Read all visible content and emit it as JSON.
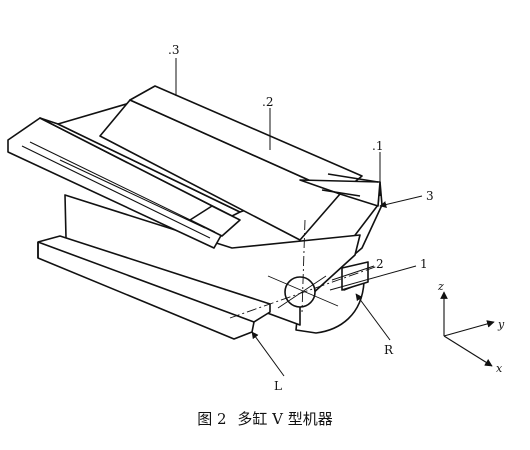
{
  "caption": {
    "figure_label": "图 2",
    "title": "多缸 V 型机器"
  },
  "labels": {
    "bank_3": ".3",
    "bank_2": ".2",
    "bank_1": ".1",
    "side_3": "3",
    "side_2": "2",
    "side_1": "1",
    "right": "R",
    "left": "L"
  },
  "axes": {
    "z": "z",
    "y": "y",
    "x": "x"
  },
  "colors": {
    "stroke": "#111111",
    "fill": "#ffffff"
  }
}
